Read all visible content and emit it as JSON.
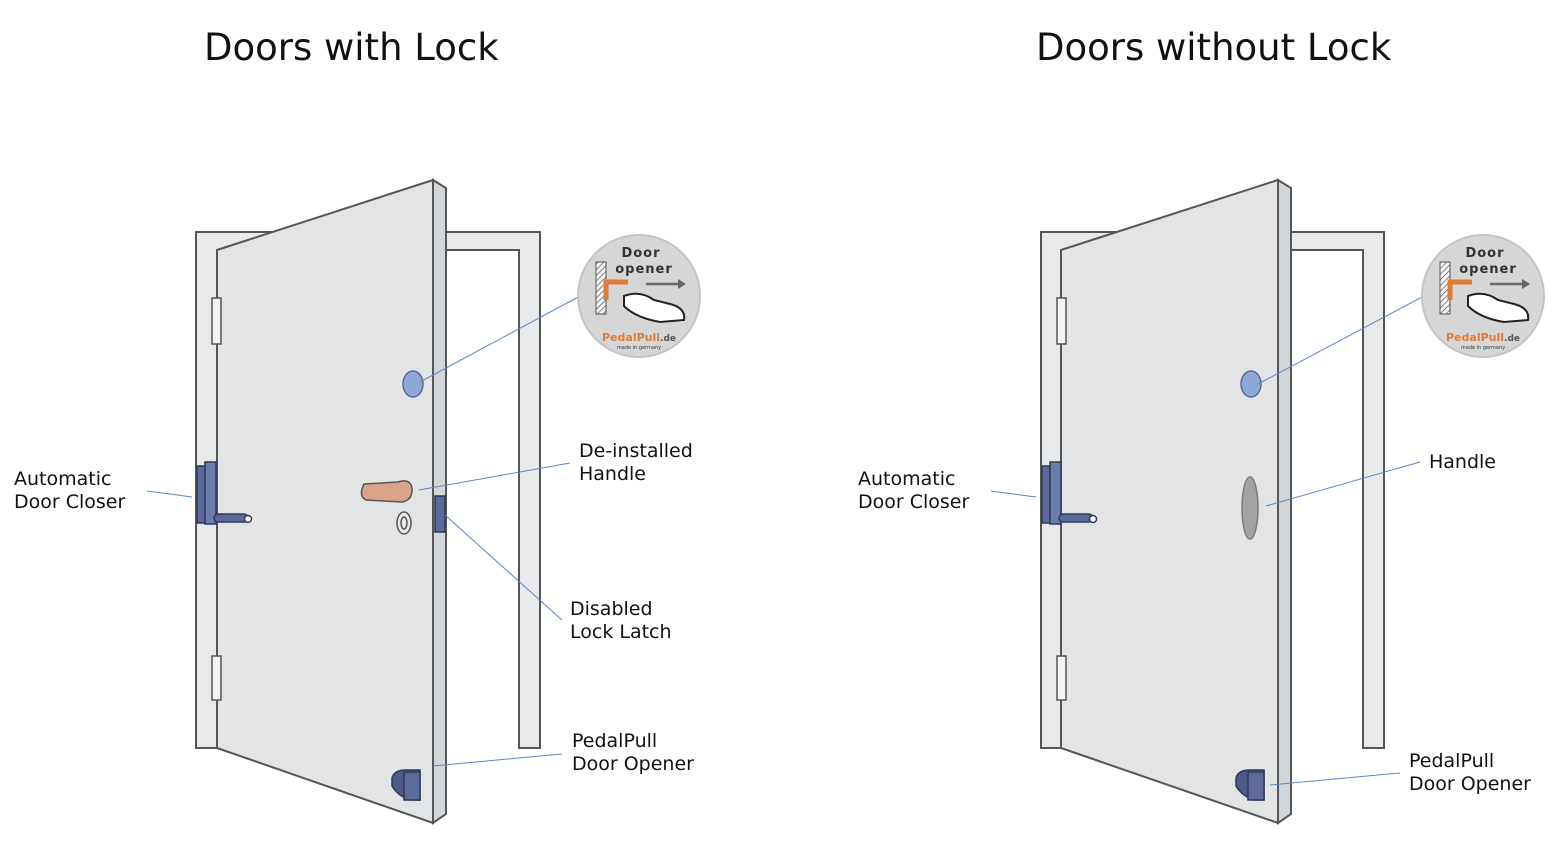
{
  "panels": {
    "left": {
      "title": "Doors with Lock",
      "labels": {
        "closer": [
          "Automatic",
          "Door Closer"
        ],
        "handle": [
          "De-installed",
          "Handle"
        ],
        "latch": [
          "Disabled",
          "Lock Latch"
        ],
        "opener": [
          "PedalPull",
          "Door Opener"
        ]
      },
      "sticker": {
        "line1": "Door",
        "line2": "opener",
        "brand": "PedalPull",
        "brand_suffix": ".de",
        "tagline": "made in germany"
      }
    },
    "right": {
      "title": "Doors without Lock",
      "labels": {
        "closer": [
          "Automatic",
          "Door Closer"
        ],
        "handle": [
          "Handle"
        ],
        "opener": [
          "PedalPull",
          "Door Opener"
        ]
      },
      "sticker": {
        "line1": "Door",
        "line2": "opener",
        "brand": "PedalPull",
        "brand_suffix": ".de",
        "tagline": "made in germany"
      }
    }
  },
  "colors": {
    "door_fill": "#e2e4e6",
    "frame_fill": "#e7e9eb",
    "outline": "#555555",
    "hardware_blue": "#5b6a9b",
    "handle_orange": "#d9a58a",
    "leader_line": "#5b86c5",
    "pedal_orange": "#e07b39",
    "sticker_bg": "#d6d6d6"
  }
}
